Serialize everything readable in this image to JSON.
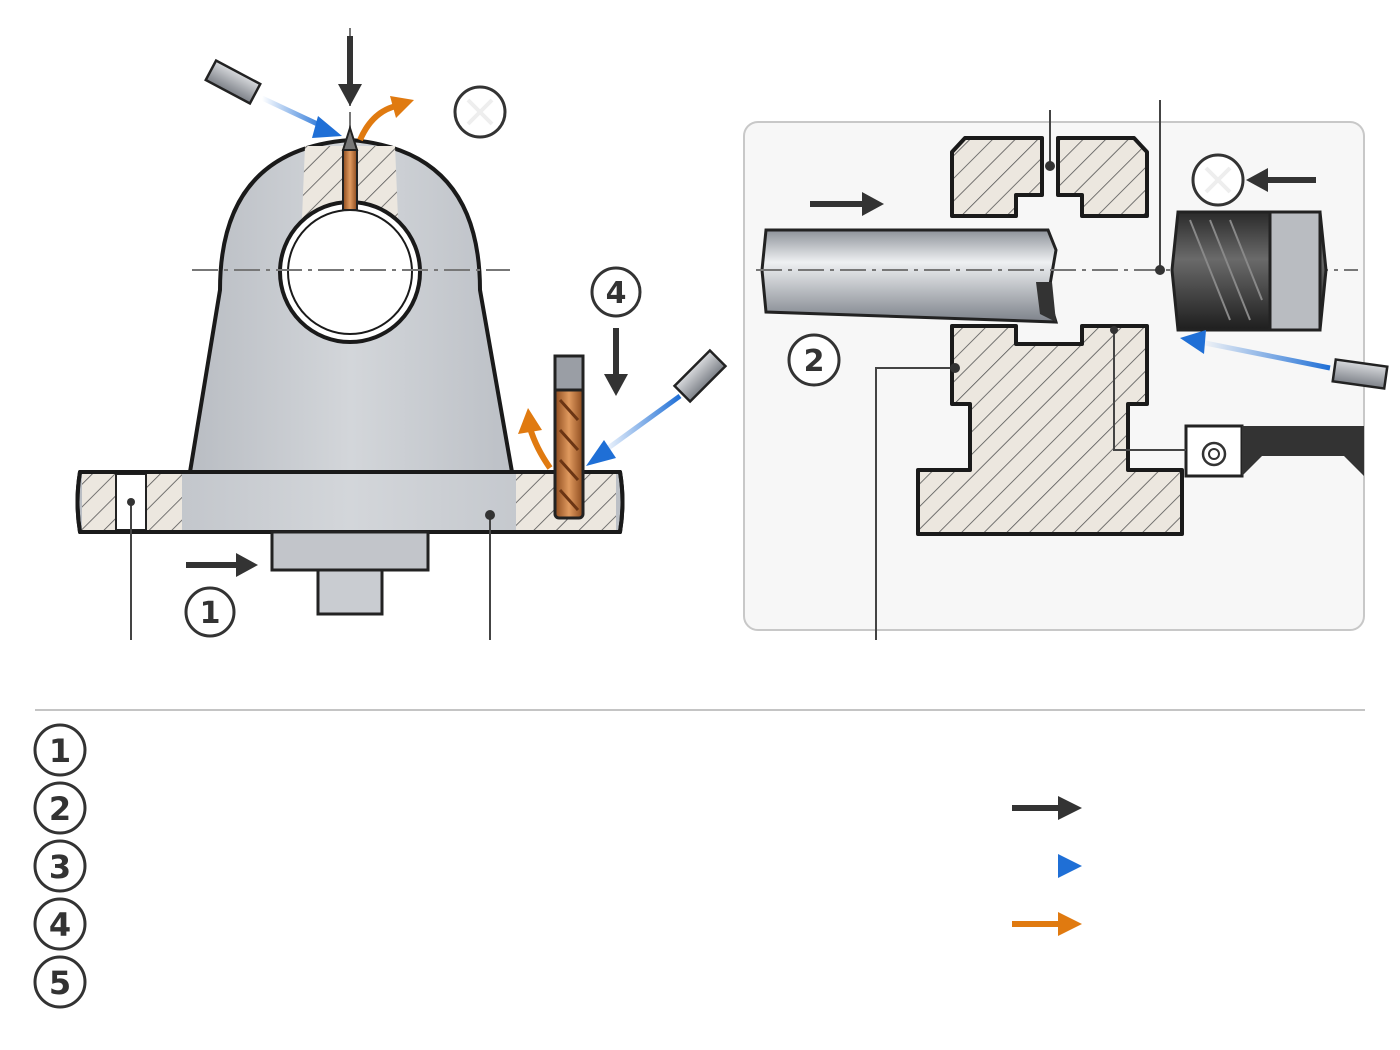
{
  "left_view": {
    "callout_1": "1",
    "callout_4": "4"
  },
  "right_view": {
    "callout_2": "2"
  },
  "legend": {
    "items": [
      {
        "num": "1",
        "text": ""
      },
      {
        "num": "2",
        "text": ""
      },
      {
        "num": "3",
        "text": ""
      },
      {
        "num": "4",
        "text": ""
      },
      {
        "num": "5",
        "text": ""
      }
    ],
    "arrows": [
      {
        "icon": "dark-arrow-icon",
        "color": "#333333",
        "text": ""
      },
      {
        "icon": "blue-arrow-icon",
        "color": "#1f6fd6",
        "text": ""
      },
      {
        "icon": "orange-arrow-icon",
        "color": "#e07a10",
        "text": ""
      }
    ]
  },
  "colors": {
    "part_gray": "#c9ccd1",
    "hatch_fill": "#ece7df",
    "coolant_blue": "#1f6fd6",
    "chip_orange": "#e07a10",
    "feed_dark": "#333333",
    "drill_copper": "#c8773a"
  }
}
